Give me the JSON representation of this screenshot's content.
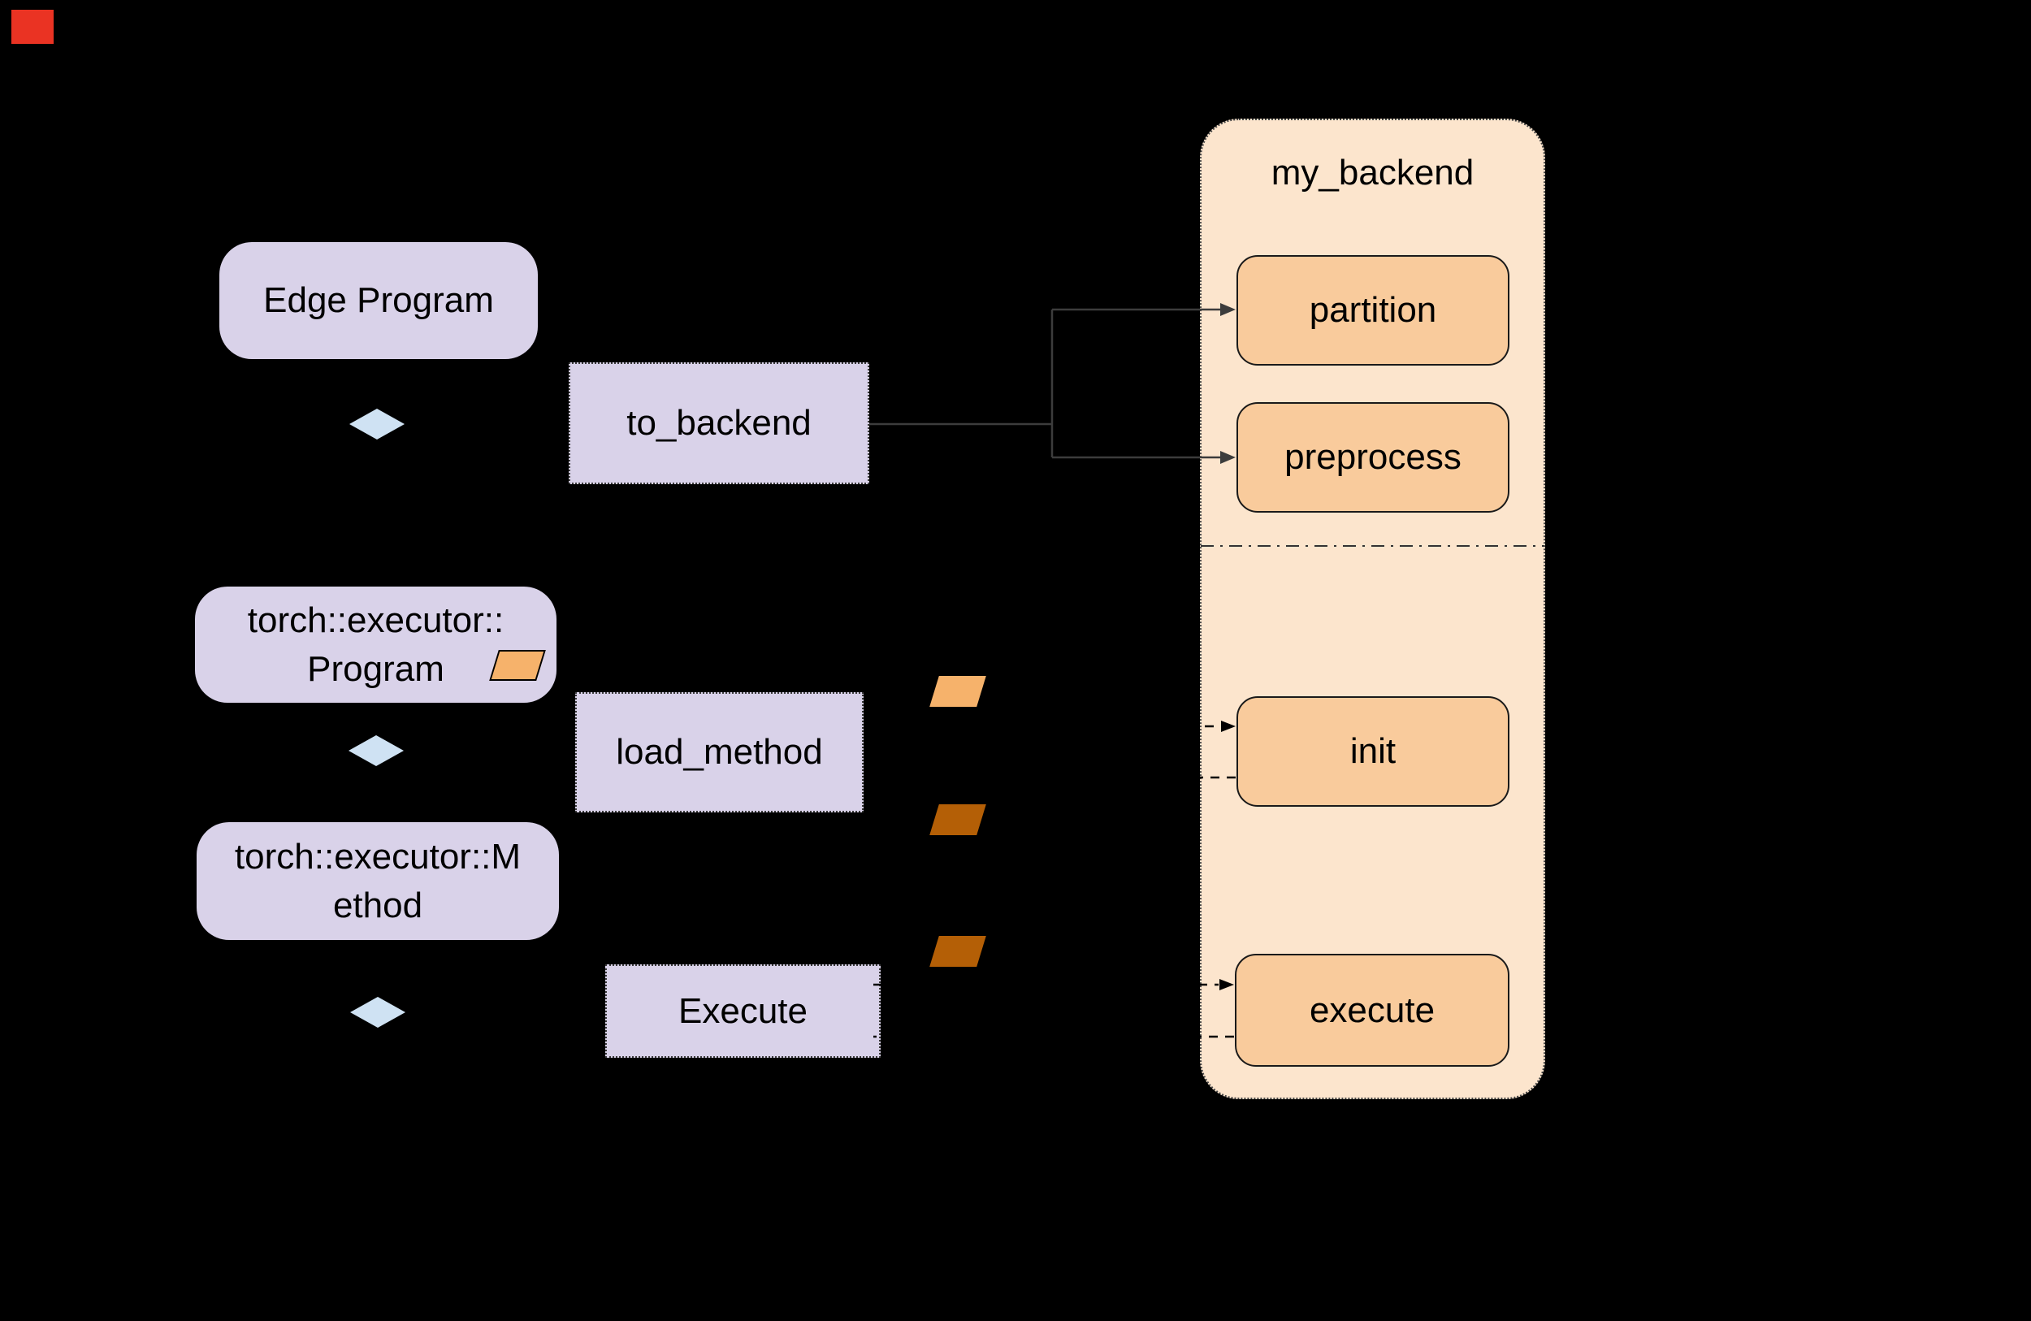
{
  "diagram": {
    "title": "my_backend",
    "nodes": {
      "edge_program": {
        "label": "Edge Program"
      },
      "to_backend": {
        "label": "to_backend"
      },
      "program": {
        "label_line1": "torch::executor::",
        "label_line2": "Program"
      },
      "load_method": {
        "label": "load_method"
      },
      "method": {
        "label_line1": "torch::executor::M",
        "label_line2": "ethod"
      },
      "execute_call": {
        "label": "Execute"
      },
      "backend_functions": {
        "partition": "partition",
        "preprocess": "preprocess",
        "init": "init",
        "execute": "execute"
      }
    },
    "icons": {
      "diamond": "flow-diamond",
      "parallelogram_light": "program-data-parallelogram",
      "parallelogram_dark": "delegate-blob-parallelogram"
    },
    "colors": {
      "background": "#000000",
      "lavender_node": "#d9d2e9",
      "peach_container": "#fce5cd",
      "orange_function_box": "#f9cb9c",
      "light_parallelogram": "#f6b26b",
      "dark_parallelogram": "#b45f06",
      "blue_diamond": "#cfe2f3",
      "red_marker": "#ea3323",
      "solid_connector": "#3c3c3c",
      "dashed_connector": "#000000"
    }
  }
}
